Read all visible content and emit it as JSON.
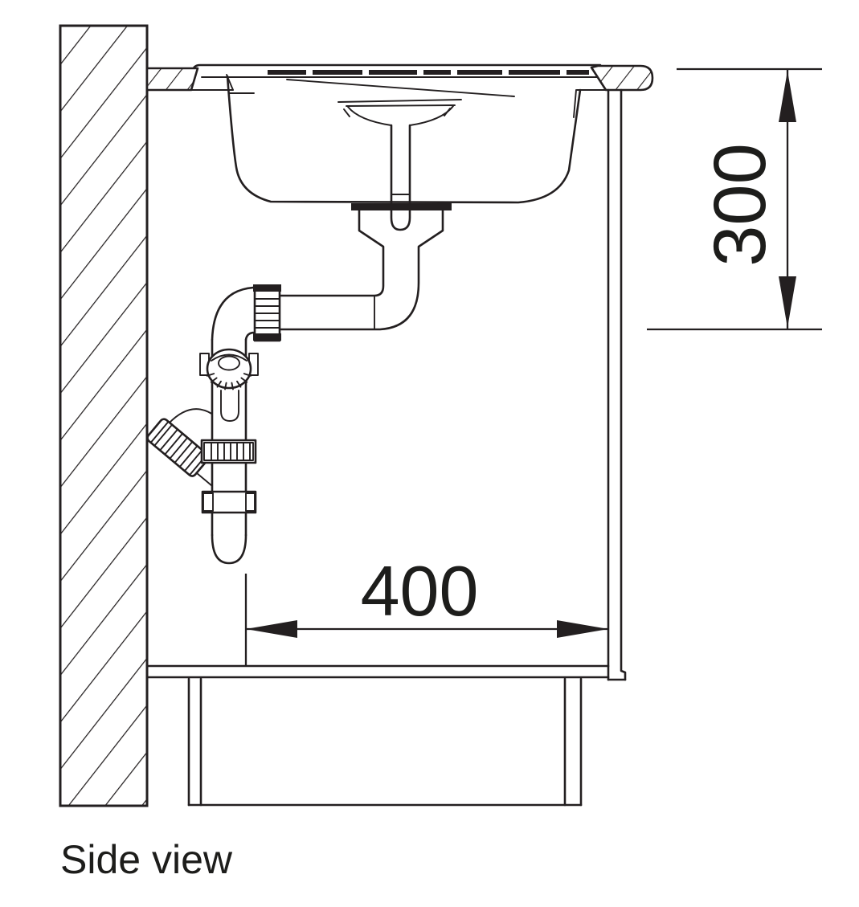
{
  "drawing": {
    "caption": "Side view",
    "dimensions": {
      "vertical": "300",
      "horizontal": "400"
    },
    "colors": {
      "line": "#231f20",
      "background": "#ffffff"
    }
  }
}
